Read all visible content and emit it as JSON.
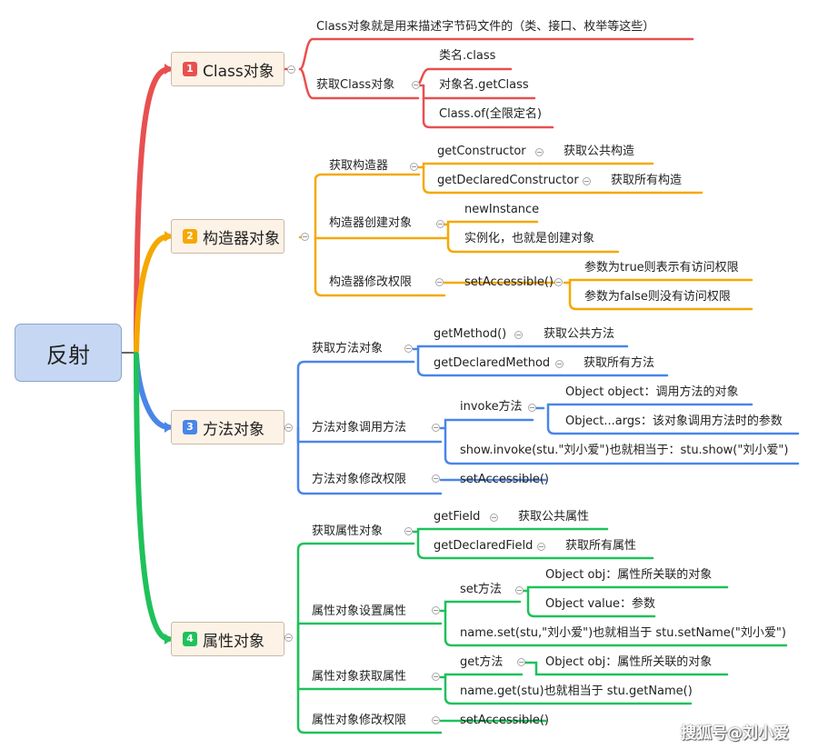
{
  "root": {
    "label": "反射"
  },
  "colors": {
    "red": "#e85050",
    "orange": "#f5a800",
    "blue": "#4a86e8",
    "green": "#1fc15a"
  },
  "branches": [
    {
      "num": "1",
      "label": "Class对象"
    },
    {
      "num": "2",
      "label": "构造器对象"
    },
    {
      "num": "3",
      "label": "方法对象"
    },
    {
      "num": "4",
      "label": "属性对象"
    }
  ],
  "class_obj": {
    "desc": "Class对象就是用来描述字节码文件的（类、接口、枚举等这些）",
    "get": "获取Class对象",
    "ways": [
      "类名.class",
      "对象名.getClass",
      "Class.of(全限定名)"
    ]
  },
  "ctor": {
    "get": "获取构造器",
    "get_public": "getConstructor",
    "get_public_desc": "获取公共构造",
    "get_all": "getDeclaredConstructor",
    "get_all_desc": "获取所有构造",
    "create": "构造器创建对象",
    "new_instance": "newInstance",
    "new_instance_desc": "实例化，也就是创建对象",
    "modify": "构造器修改权限",
    "set_accessible": "setAccessible()",
    "param_true": "参数为true则表示有访问权限",
    "param_false": "参数为false则没有访问权限"
  },
  "method": {
    "get": "获取方法对象",
    "get_public": "getMethod()",
    "get_public_desc": "获取公共方法",
    "get_all": "getDeclaredMethod",
    "get_all_desc": "获取所有方法",
    "invoke": "方法对象调用方法",
    "invoke_name": "invoke方法",
    "arg1": "Object object：调用方法的对象",
    "arg2": "Object...args：该对象调用方法时的参数",
    "example": "show.invoke(stu.\"刘小爱\")也就相当于：stu.show(\"刘小爱\")",
    "modify": "方法对象修改权限",
    "set_accessible": "setAccessible()"
  },
  "field": {
    "get": "获取属性对象",
    "get_public": "getField",
    "get_public_desc": "获取公共属性",
    "get_all": "getDeclaredField",
    "get_all_desc": "获取所有属性",
    "set": "属性对象设置属性",
    "set_name": "set方法",
    "set_arg1": "Object obj：属性所关联的对象",
    "set_arg2": "Object value：参数",
    "set_example": "name.set(stu,\"刘小爱\")也就相当于 stu.setName(\"刘小爱\")",
    "get_value": "属性对象获取属性",
    "get_name": "get方法",
    "get_arg": "Object obj：属性所关联的对象",
    "get_example": "name.get(stu)也就相当于 stu.getName()",
    "modify": "属性对象修改权限",
    "set_accessible": "setAccessible()"
  },
  "watermark": "搜狐号@刘小爱"
}
